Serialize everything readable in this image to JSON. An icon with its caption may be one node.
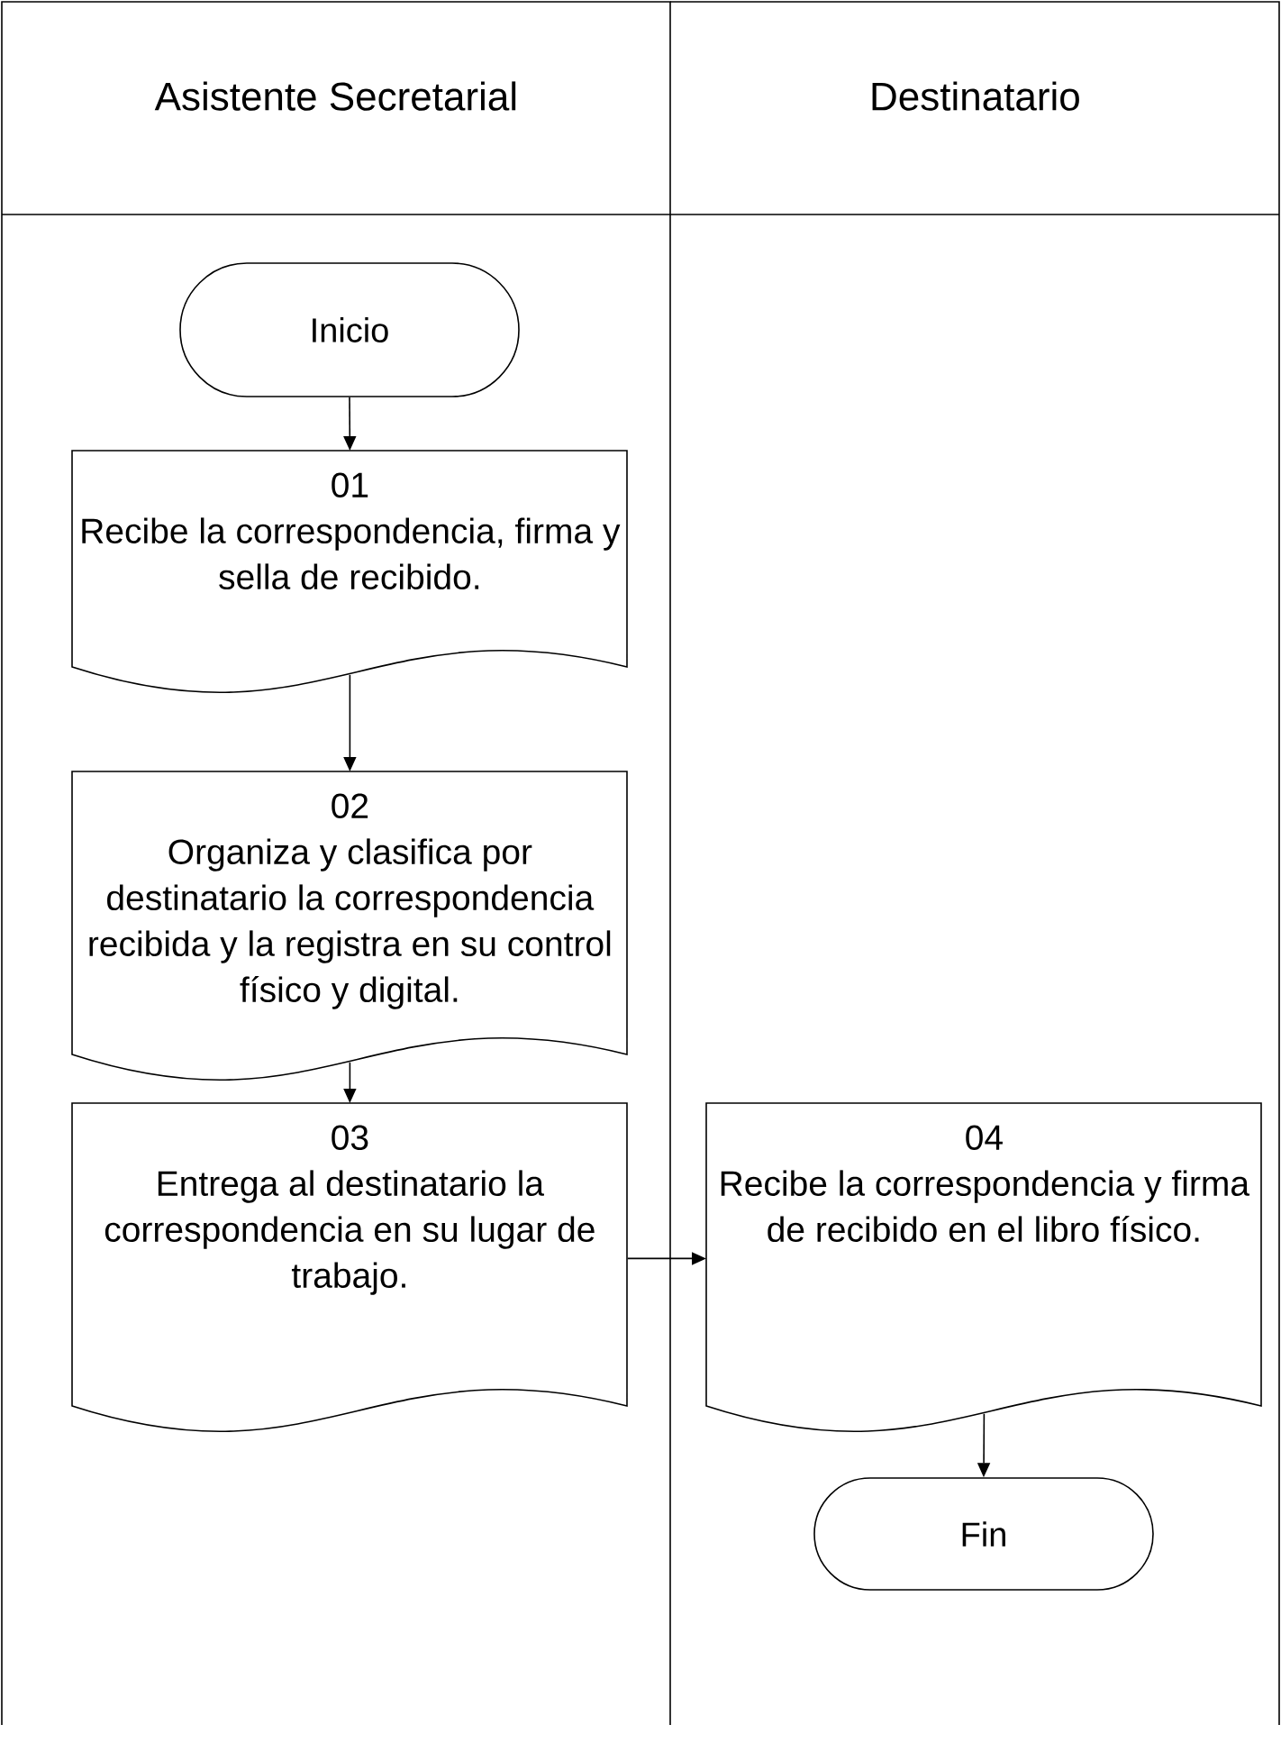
{
  "diagram": {
    "nodes": [
      {
        "text": [
          "Asistente Secretarial"
        ]
      },
      {
        "text": [
          "Destinatario"
        ]
      },
      {
        "text": [
          "Inicio"
        ],
        "in": 0
      },
      {
        "text": [
          "01",
          "Recibe la correspondencia, firma y sella de recibido."
        ],
        "in": 0
      },
      {
        "text": [
          "02",
          "Organiza y clasifica por destinatario la correspondencia recibida y la registra en su control físico y digital."
        ],
        "in": 0
      },
      {
        "text": [
          "03",
          "Entrega al destinatario la correspondencia en su lugar de trabajo."
        ],
        "in": 0
      },
      {
        "text": [
          "04",
          "Recibe la correspondencia y firma de recibido en el libro físico."
        ],
        "in": 1
      },
      {
        "text": [
          "Fin"
        ],
        "in": 1
      }
    ],
    "edges": [
      {
        "from": 2,
        "to": 3,
        "arrow": "to"
      },
      {
        "from": 3,
        "to": 4,
        "arrow": "to"
      },
      {
        "from": 4,
        "to": 5,
        "arrow": "to"
      },
      {
        "from": 5,
        "to": 6,
        "arrow": "to"
      },
      {
        "from": 6,
        "to": 7,
        "arrow": "to"
      }
    ]
  }
}
